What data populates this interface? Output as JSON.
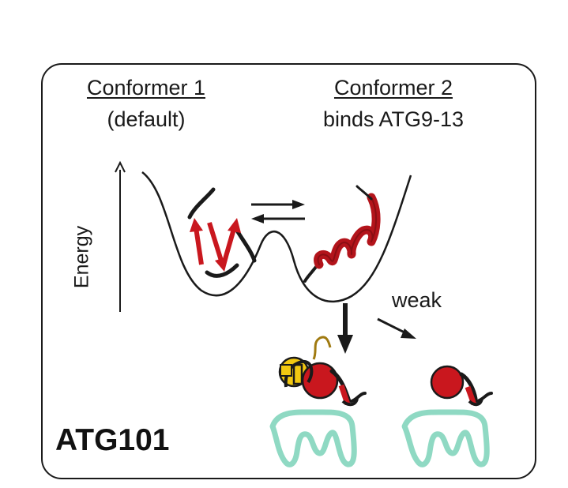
{
  "conformer1": {
    "title": "Conformer 1",
    "subtitle": "(default)"
  },
  "conformer2": {
    "title": "Conformer 2",
    "subtitle": "binds ATG9-13"
  },
  "axis": {
    "label": "Energy"
  },
  "pathway": {
    "weak_label": "weak"
  },
  "protein": {
    "name": "ATG101"
  },
  "colors": {
    "outline": "#1a1a1a",
    "strand_red": "#c9171e",
    "helix_red": "#b3141b",
    "atg13_yellow": "#f2c811",
    "atg9_teal": "#8fd9c3"
  }
}
